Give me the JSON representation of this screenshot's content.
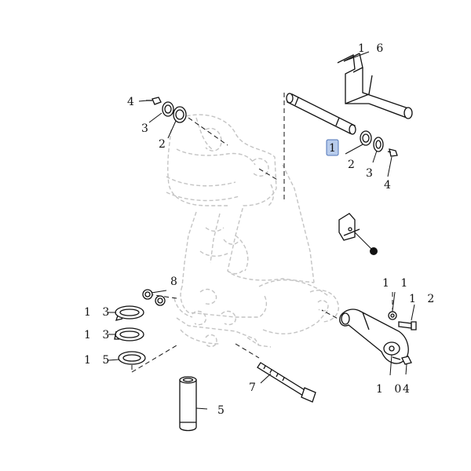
{
  "callouts": {
    "c16": "1 6",
    "c1": "1",
    "c2_right": "2",
    "c3_right": "3",
    "c4_right": "4",
    "c4_top": "4",
    "c3_left": "3",
    "c2_left": "2",
    "c8": "8",
    "c13_a": "1 3",
    "c13_b": "1 3",
    "c15": "1 5",
    "c11": "1 1",
    "c12": "1 2",
    "c10": "1 0",
    "c4_bottom": "4",
    "c7": "7",
    "c5": "5"
  },
  "highlight": {
    "callout": "1",
    "color": "#b8ccec"
  },
  "markers": {
    "filled_dot": "black"
  }
}
